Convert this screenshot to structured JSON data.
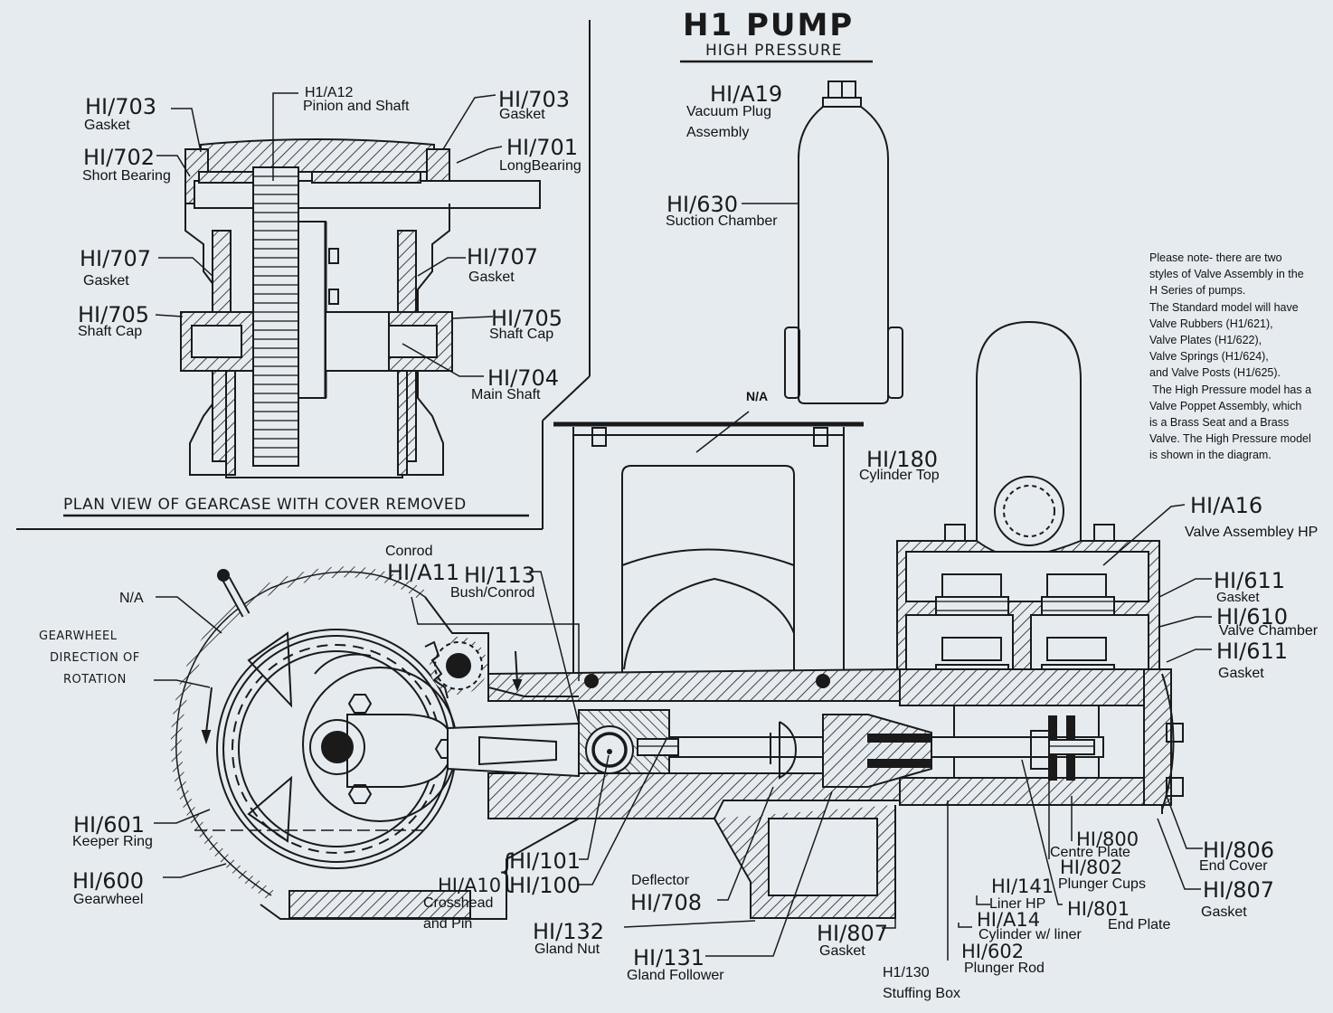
{
  "title": {
    "main": "H1 PUMP",
    "subtitle": "HIGH PRESSURE"
  },
  "plan_view": {
    "caption": "PLAN VIEW OF GEARCASE WITH COVER REMOVED"
  },
  "note": {
    "lines": [
      "Please note- there are two",
      "styles of Valve Assembly in the",
      "H Series of pumps.",
      "The Standard model will have",
      "Valve Rubbers (H1/621),",
      "Valve Plates (H1/622),",
      "Valve Springs (H1/624),",
      "and Valve Posts (H1/625).",
      " The High Pressure model has a",
      "Valve Poppet Assembly, which",
      "is a Brass Seat and a Brass",
      "Valve. The High Pressure model",
      "is shown in the diagram."
    ]
  },
  "rotation_note": {
    "lines": [
      "GEARWHEEL",
      "DIRECTION OF",
      "ROTATION"
    ]
  },
  "parts": {
    "gasket_703_left": {
      "code": "HI/703",
      "name": "Gasket"
    },
    "pinion_a12": {
      "code": "H1/A12",
      "name": "Pinion and Shaft"
    },
    "gasket_703_right": {
      "code": "HI/703",
      "name": "Gasket"
    },
    "short_bearing_702": {
      "code": "HI/702",
      "name": "Short Bearing"
    },
    "long_bearing_701": {
      "code": "HI/701",
      "name": "LongBearing"
    },
    "gasket_707_left": {
      "code": "HI/707",
      "name": "Gasket"
    },
    "gasket_707_right": {
      "code": "HI/707",
      "name": "Gasket"
    },
    "shaft_cap_705_left": {
      "code": "HI/705",
      "name": "Shaft Cap"
    },
    "shaft_cap_705_right": {
      "code": "HI/705",
      "name": "Shaft Cap"
    },
    "main_shaft_704": {
      "code": "HI/704",
      "name": "Main Shaft"
    },
    "vacuum_plug_a19": {
      "code": "HI/A19",
      "name_lines": [
        "Vacuum Plug",
        "Assembly"
      ]
    },
    "suction_chamber_630": {
      "code": "HI/630",
      "name": "Suction Chamber"
    },
    "na_top": {
      "name": "N/A"
    },
    "cylinder_top_180": {
      "code": "HI/180",
      "name": "Cylinder Top"
    },
    "valve_assembly_a16": {
      "code": "HI/A16",
      "name": "Valve Assembley HP"
    },
    "gasket_611_top": {
      "code": "HI/611",
      "name": "Gasket"
    },
    "valve_chamber_610": {
      "code": "HI/610",
      "name": "Valve Chamber"
    },
    "gasket_611_bottom": {
      "code": "HI/611",
      "name": "Gasket"
    },
    "na_left": {
      "name": "N/A"
    },
    "conrod_a11": {
      "code": "HI/A11",
      "name": "Conrod"
    },
    "bush_conrod_113": {
      "code": "HI/113",
      "name": "Bush/Conrod"
    },
    "keeper_ring_601": {
      "code": "HI/601",
      "name": "Keeper Ring"
    },
    "gearwheel_600": {
      "code": "HI/600",
      "name": "Gearwheel"
    },
    "crosshead_a10": {
      "code": "HI/A10",
      "sub_codes": [
        "HI/101",
        "HI/100"
      ],
      "name_lines": [
        "Crosshead",
        "and Pin"
      ]
    },
    "deflector_708": {
      "code": "HI/708",
      "name": "Deflector"
    },
    "gland_nut_132": {
      "code": "HI/132",
      "name": "Gland Nut"
    },
    "gland_follower_131": {
      "code": "HI/131",
      "name": "Gland Follower"
    },
    "gasket_807_left": {
      "code": "HI/807",
      "name": "Gasket"
    },
    "stuffing_box_130": {
      "code": "H1/130",
      "name": "Stuffing Box"
    },
    "liner_141": {
      "code": "HI/141",
      "name": "Liner HP"
    },
    "cylinder_a14": {
      "code": "HI/A14",
      "name": "Cylinder w/ liner"
    },
    "plunger_rod_602": {
      "code": "HI/602",
      "name": "Plunger Rod"
    },
    "centre_plate_800": {
      "code": "HI/800",
      "name": "Centre Plate"
    },
    "plunger_cups_802": {
      "code": "HI/802",
      "name": "Plunger Cups"
    },
    "end_plate_801": {
      "code": "HI/801",
      "name": "End Plate"
    },
    "end_cover_806": {
      "code": "HI/806",
      "name": "End Cover"
    },
    "gasket_807_right": {
      "code": "HI/807",
      "name": "Gasket"
    }
  },
  "colors": {
    "background": "#e6ebf0",
    "ink": "#1a1a1a"
  }
}
